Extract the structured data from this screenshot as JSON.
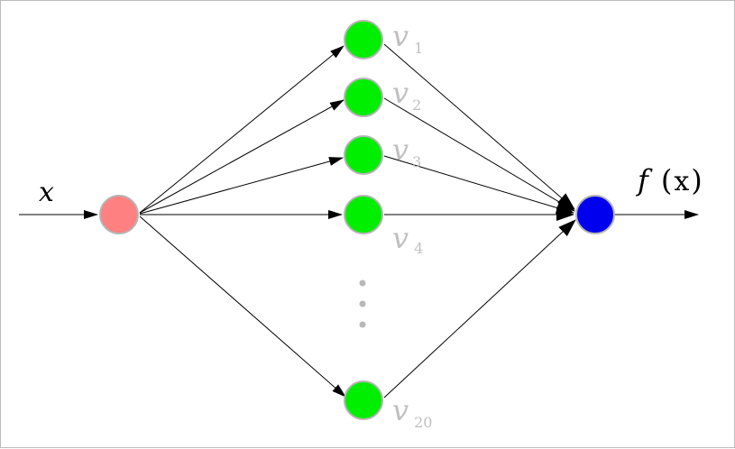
{
  "input": {
    "label": "x",
    "color": "#ff8080"
  },
  "hidden": {
    "color": "#00ee00",
    "label_color": "#c0c0c0",
    "var_symbol": "v",
    "units": [
      {
        "id": "v1",
        "subscript": "1"
      },
      {
        "id": "v2",
        "subscript": "2"
      },
      {
        "id": "v3",
        "subscript": "3"
      },
      {
        "id": "v4",
        "subscript": "4"
      },
      {
        "id": "v20",
        "subscript": "20"
      }
    ]
  },
  "output": {
    "func_symbol": "f",
    "paren_open": "(",
    "arg": "x",
    "paren_close": ")",
    "color": "#0000ee"
  },
  "node_border_color": "#b4b4b4",
  "edge_color": "#000000",
  "ellipsis_color": "#b8b8b8"
}
